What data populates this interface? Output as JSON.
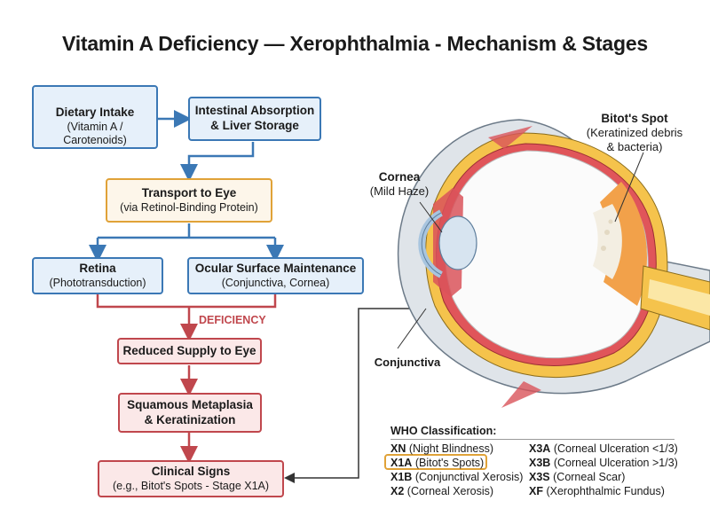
{
  "title": "Vitamin A Deficiency — Xerophthalmia - Mechanism & Stages",
  "flow": {
    "dietary": {
      "title": "Dietary Intake",
      "sub": "(Vitamin A / Carotenoids)"
    },
    "absorption": {
      "title": "Intestinal Absorption",
      "title2": "& Liver Storage"
    },
    "transport": {
      "title": "Transport to Eye",
      "sub": "(via Retinol-Binding Protein)"
    },
    "retina": {
      "title": "Retina",
      "sub": "(Phototransduction)"
    },
    "surface": {
      "title": "Ocular Surface Maintenance",
      "sub": "(Conjunctiva, Cornea)"
    },
    "deficiency_label": "DEFICIENCY",
    "reduced": {
      "title": "Reduced Supply to Eye"
    },
    "metaplasia": {
      "title": "Squamous Metaplasia",
      "title2": "& Keratinization"
    },
    "clinical": {
      "title": "Clinical Signs",
      "sub": "(e.g., Bitot's Spots - Stage X1A)"
    }
  },
  "eye_labels": {
    "cornea": {
      "title": "Cornea",
      "sub": "(Mild Haze)"
    },
    "bitot": {
      "title": "Bitot's Spot",
      "sub1": "(Keratinized debris",
      "sub2": "& bacteria)"
    },
    "conjunctiva": "Conjunctiva"
  },
  "who": {
    "title": "WHO Classification:",
    "left": [
      {
        "code": "XN",
        "desc": "(Night Blindness)"
      },
      {
        "code": "X1A",
        "desc": "(Bitot's Spots)"
      },
      {
        "code": "X1B",
        "desc": "(Conjunctival Xerosis)"
      },
      {
        "code": "X2",
        "desc": "(Corneal Xerosis)"
      }
    ],
    "right": [
      {
        "code": "X3A",
        "desc": "(Corneal Ulceration <1/3)"
      },
      {
        "code": "X3B",
        "desc": "(Corneal Ulceration >1/3)"
      },
      {
        "code": "X3S",
        "desc": "(Corneal Scar)"
      },
      {
        "code": "XF",
        "desc": "(Xerophthalmic Fundus)"
      }
    ]
  },
  "colors": {
    "blue": "#3b78b5",
    "orange": "#e0a238",
    "red": "#c0474d"
  }
}
